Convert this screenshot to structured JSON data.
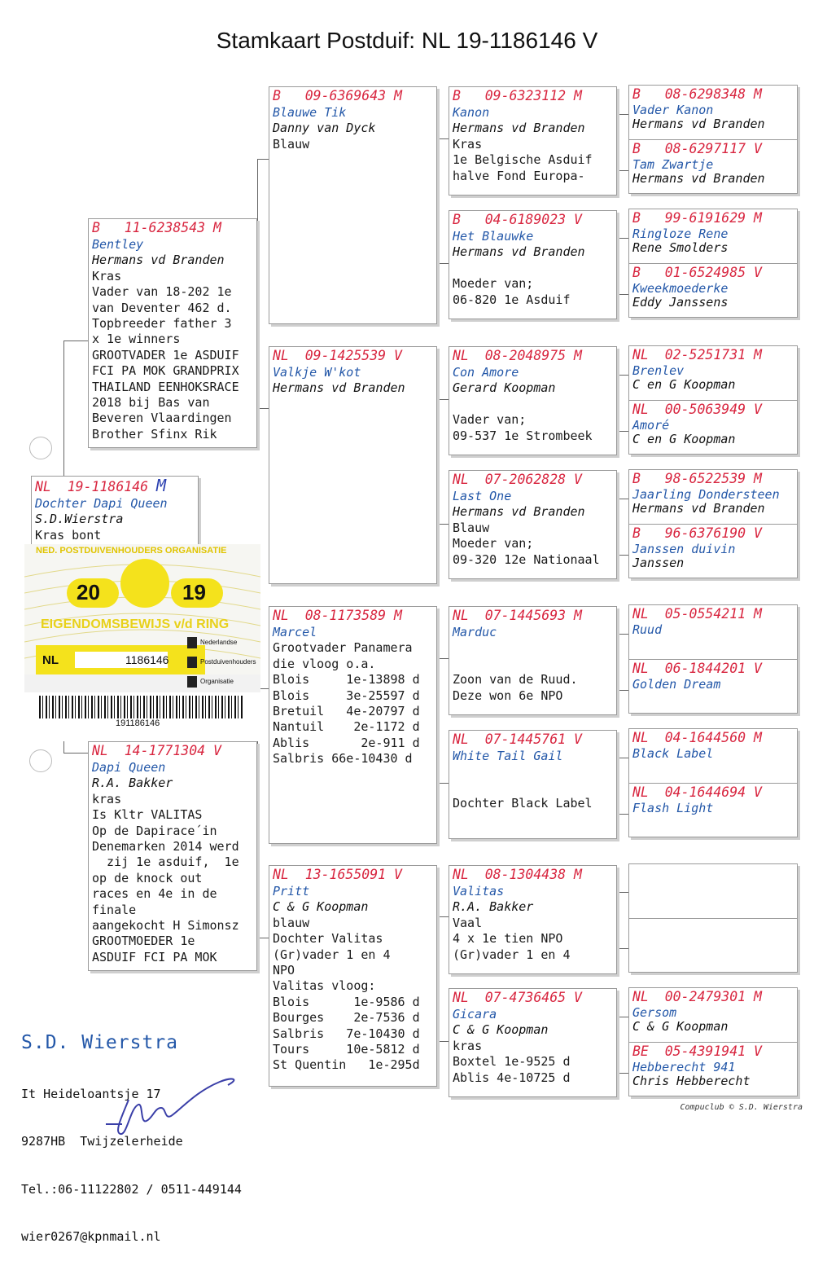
{
  "title": "Stamkaart Postduif: NL  19-1186146 V",
  "subject": {
    "ring": "NL  19-1186146",
    "mark": "M",
    "name": "Dochter Dapi Queen",
    "owner": "S.D.Wierstra",
    "color": "Kras bont"
  },
  "father": {
    "ring": "B   11-6238543 M",
    "name": "Bentley",
    "owner": "Hermans vd Branden",
    "lines": [
      "Kras",
      "Vader van 18-202 1e",
      "van Deventer 462 d.",
      "Topbreeder father 3",
      "x 1e winners",
      "GROOTVADER 1e ASDUIF",
      "FCI PA MOK GRANDPRIX",
      "THAILAND EENHOKSRACE",
      "2018 bij Bas van",
      "Beveren Vlaardingen",
      "Brother Sfinx Rik"
    ]
  },
  "mother": {
    "ring": "NL  14-1771304 V",
    "name": "Dapi Queen",
    "owner": "R.A. Bakker",
    "lines": [
      "kras",
      "Is Kltr VALITAS",
      "Op de Dapirace´in",
      "Denemarken 2014 werd",
      "  zij 1e asduif,  1e",
      "op de knock out",
      "races en 4e in de",
      "finale",
      "aangekocht H Simonsz",
      "GROOTMOEDER 1e",
      "ASDUIF FCI PA MOK"
    ]
  },
  "ff": {
    "ring": "B   09-6369643 M",
    "name": "Blauwe Tik",
    "owner": "Danny van Dyck",
    "lines": [
      "Blauw"
    ]
  },
  "fm": {
    "ring": "NL  09-1425539 V",
    "name": "Valkje W'kot",
    "owner": "Hermans vd Branden",
    "lines": []
  },
  "mf": {
    "ring": "NL  08-1173589 M",
    "name": "Marcel",
    "owner": "",
    "lines": [
      "",
      "Grootvader Panamera",
      "die vloog o.a.",
      "Blois     1e-13898 d",
      "Blois     3e-25597 d",
      "Bretuil   4e-20797 d",
      "Nantuil    2e-1172 d",
      "Ablis       2e-911 d",
      "Salbris 66e-10430 d"
    ]
  },
  "mm": {
    "ring": "NL  13-1655091 V",
    "name": "Pritt",
    "owner": "C & G Koopman",
    "lines": [
      "blauw",
      "Dochter Valitas",
      "(Gr)vader 1 en 4",
      "NPO",
      "Valitas vloog:",
      "Blois      1e-9586 d",
      "Bourges    2e-7536 d",
      "Salbris   7e-10430 d",
      "Tours     10e-5812 d",
      "St Quentin   1e-295d"
    ]
  },
  "fff": {
    "ring": "B   09-6323112 M",
    "name": "Kanon",
    "owner": "Hermans vd Branden",
    "lines": [
      "Kras",
      "1e Belgische Asduif",
      "halve Fond Europa-"
    ]
  },
  "ffm": {
    "ring": "B   04-6189023 V",
    "name": "Het Blauwke",
    "owner": "Hermans vd Branden",
    "lines": [
      "",
      "Moeder van;",
      "06-820 1e Asduif"
    ]
  },
  "fmf": {
    "ring": "NL  08-2048975 M",
    "name": "Con Amore",
    "owner": "Gerard Koopman",
    "lines": [
      "",
      "Vader van;",
      "09-537 1e Strombeek"
    ]
  },
  "fmm": {
    "ring": "NL  07-2062828 V",
    "name": "Last One",
    "owner": "Hermans vd Branden",
    "lines": [
      "Blauw",
      "Moeder van;",
      "09-320 12e Nationaal"
    ]
  },
  "mff": {
    "ring": "NL  07-1445693 M",
    "name": "Marduc",
    "owner": "",
    "lines": [
      "",
      "Zoon van de Ruud.",
      "Deze won 6e NPO"
    ]
  },
  "mfm": {
    "ring": "NL  07-1445761 V",
    "name": "White Tail Gail",
    "owner": "",
    "lines": [
      "",
      "Dochter Black Label"
    ]
  },
  "mmf": {
    "ring": "NL  08-1304438 M",
    "name": "Valitas",
    "owner": "R.A. Bakker",
    "lines": [
      "Vaal",
      "4 x 1e tien NPO",
      "(Gr)vader 1 en 4"
    ]
  },
  "mmm": {
    "ring": "NL  07-4736465 V",
    "name": "Gicara",
    "owner": "C & G Koopman",
    "lines": [
      "kras",
      "Boxtel 1e-9525 d",
      "Ablis 4e-10725 d"
    ]
  },
  "g4": [
    {
      "ring": "B   08-6298348 M",
      "name": "Vader Kanon",
      "owner": "Hermans vd Branden"
    },
    {
      "ring": "B   08-6297117 V",
      "name": "Tam Zwartje",
      "owner": "Hermans vd Branden"
    },
    {
      "ring": "B   99-6191629 M",
      "name": "Ringloze Rene",
      "owner": "Rene Smolders"
    },
    {
      "ring": "B   01-6524985 V",
      "name": "Kweekmoederke",
      "owner": "Eddy Janssens"
    },
    {
      "ring": "NL  02-5251731 M",
      "name": "Brenlev",
      "owner": "C en G Koopman"
    },
    {
      "ring": "NL  00-5063949 V",
      "name": "Amoré",
      "owner": "C en G Koopman"
    },
    {
      "ring": "B   98-6522539 M",
      "name": "Jaarling Dondersteen",
      "owner": "Hermans vd Branden"
    },
    {
      "ring": "B   96-6376190 V",
      "name": "Janssen duivin",
      "owner": "Janssen"
    },
    {
      "ring": "NL  05-0554211 M",
      "name": "Ruud",
      "owner": ""
    },
    {
      "ring": "NL  06-1844201 V",
      "name": "Golden Dream",
      "owner": ""
    },
    {
      "ring": "NL  04-1644560 M",
      "name": "Black Label",
      "owner": ""
    },
    {
      "ring": "NL  04-1644694 V",
      "name": "Flash Light",
      "owner": ""
    },
    {
      "ring": "",
      "name": "",
      "owner": ""
    },
    {
      "ring": "",
      "name": "",
      "owner": ""
    },
    {
      "ring": "NL  00-2479301 M",
      "name": "Gersom",
      "owner": "C & G Koopman"
    },
    {
      "ring": "BE  05-4391941 V",
      "name": "Hebberecht 941",
      "owner": "Chris Hebberecht"
    }
  ],
  "card": {
    "org": "NED. POSTDUIVENHOUDERS ORGANISATIE",
    "year_left": "20",
    "year_right": "19",
    "label": "EIGENDOMSBEWIJS v/d RING",
    "country": "NL",
    "number": "1186146",
    "npo": [
      "Nederlandse",
      "Postduivenhouders",
      "Organisatie"
    ],
    "barcode": "191186146"
  },
  "address": {
    "name": "S.D. Wierstra",
    "lines": [
      "It Heideloantsje 17",
      "9287HB  Twijzelerheide",
      "Tel.:06-11122802 / 0511-449144",
      "wier0267@kpnmail.nl"
    ]
  },
  "footer": "Compuclub © S.D. Wierstra",
  "colors": {
    "ring": "#d8253f",
    "name": "#2357a8",
    "card_yellow": "#f4e21c"
  }
}
